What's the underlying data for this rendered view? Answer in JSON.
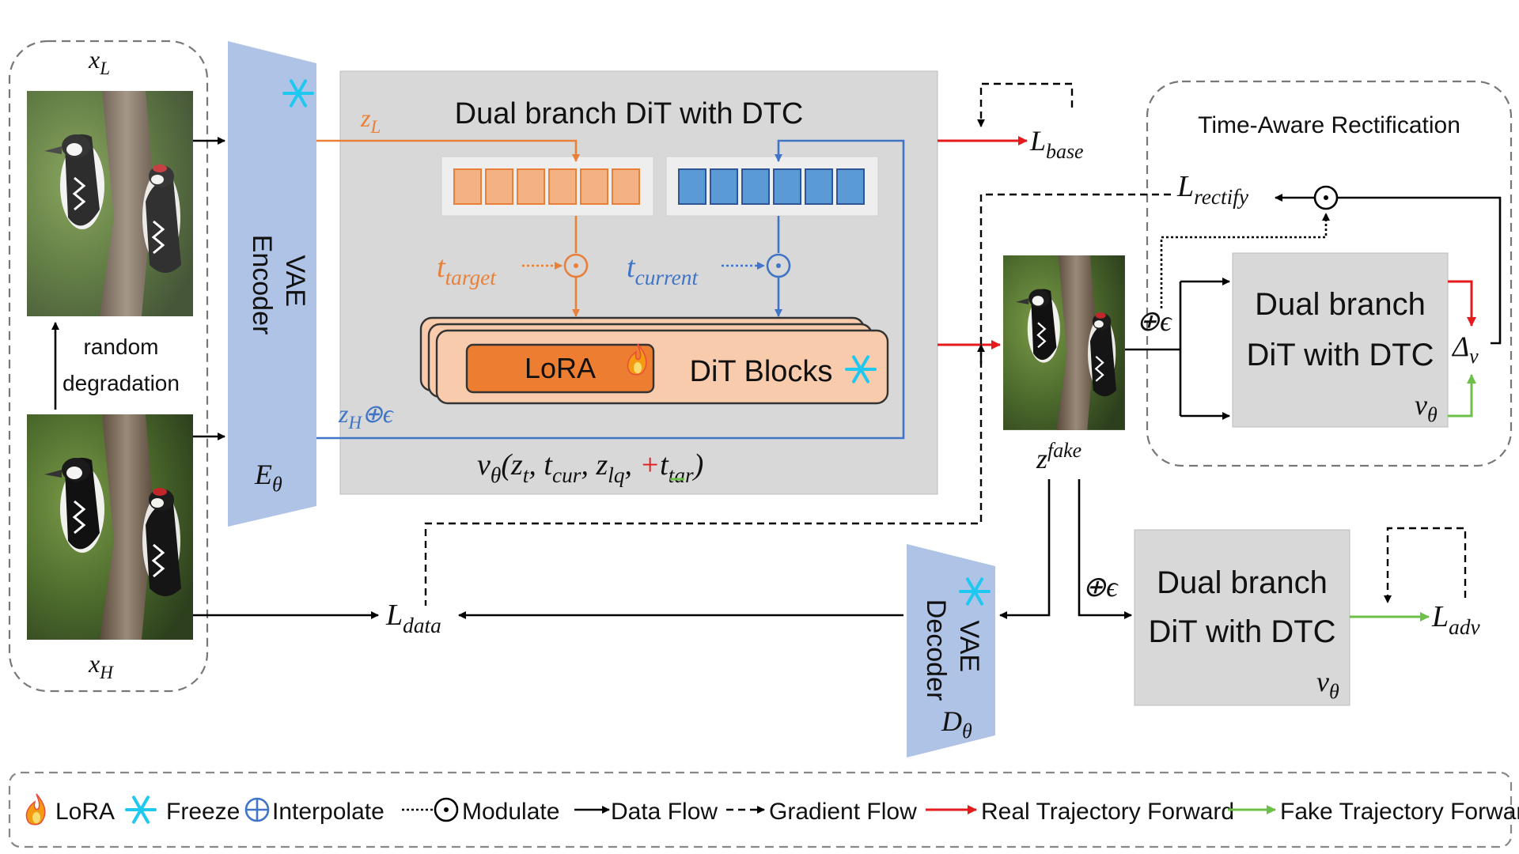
{
  "labels": {
    "x_low_main": "x",
    "x_low_sub": "L",
    "x_high_main": "x",
    "x_high_sub": "H",
    "random_degradation_1": "random",
    "random_degradation_2": "degradation",
    "vae_encoder_1": "VAE",
    "vae_encoder_2": "Encoder",
    "encoder_symbol_main": "E",
    "encoder_symbol_sub": "θ",
    "dit_title": "Dual branch DiT with DTC",
    "z_l_main": "z",
    "z_l_sub": "L",
    "t_target_main": "t",
    "t_target_sub": "target",
    "t_current_main": "t",
    "t_current_sub": "current",
    "lora_label": "LoRA",
    "dit_blocks": "DiT Blocks",
    "z_h_main": "z",
    "z_h_sub": "H",
    "z_h_suffix": "⊕ϵ",
    "vtheta_formula": {
      "v": "v",
      "v_sub": "θ",
      "open": "(",
      "zt": "z",
      "zt_sub": "t",
      "c1": ", ",
      "tcur": "t",
      "tcur_sub": "cur",
      "c2": ", ",
      "zlq": "z",
      "zlq_sub": "lq",
      "c3": ", ",
      "pm_plus": "+",
      "pm_minus": "−",
      "ttar": "t",
      "ttar_sub": "tar",
      "close": ")"
    },
    "l_base_main": "L",
    "l_base_sub": "base",
    "time_aware_title": "Time-Aware Rectification",
    "l_rectify_main": "L",
    "l_rectify_sub": "rectify",
    "oplus_eps_1": "⊕ϵ",
    "dual_branch_2a": "Dual branch",
    "dual_branch_2b": "DiT with DTC",
    "vtheta_2_main": "v",
    "vtheta_2_sub": "θ",
    "delta_v_main": "Δ",
    "delta_v_sub": "v",
    "z_fake_main": "z",
    "z_fake_sup": "fake",
    "l_data_main": "L",
    "l_data_sub": "data",
    "vae_decoder_1": "VAE",
    "vae_decoder_2": "Decoder",
    "decoder_symbol_main": "D",
    "decoder_symbol_sub": "θ",
    "oplus_eps_2": "⊕ϵ",
    "dual_branch_3a": "Dual branch",
    "dual_branch_3b": "DiT with DTC",
    "vtheta_3_main": "v",
    "vtheta_3_sub": "θ",
    "l_adv_main": "L",
    "l_adv_sub": "adv"
  },
  "legend": {
    "lora": "LoRA",
    "freeze": "Freeze",
    "interpolate": "Interpolate",
    "modulate": "Modulate",
    "data_flow": "Data Flow",
    "gradient_flow": "Gradient Flow",
    "real_trajectory": "Real Trajectory Forward",
    "fake_trajectory": "Fake Trajectory Forward"
  },
  "icons": {
    "fire": "fire-icon",
    "snowflake": "snowflake-icon",
    "interpolate": "circle-plus-icon",
    "modulate": "circle-dot-icon"
  },
  "colors": {
    "orange": "#E8803A",
    "blue": "#3F74C6",
    "red": "#E41A1C",
    "green": "#6CC04A",
    "vae": "#AFC3E6",
    "gray_panel": "#D8D8D8",
    "lora": "#ED7D31",
    "dit_blocks": "#F8CBAD",
    "snow": "#1EC8F0"
  }
}
